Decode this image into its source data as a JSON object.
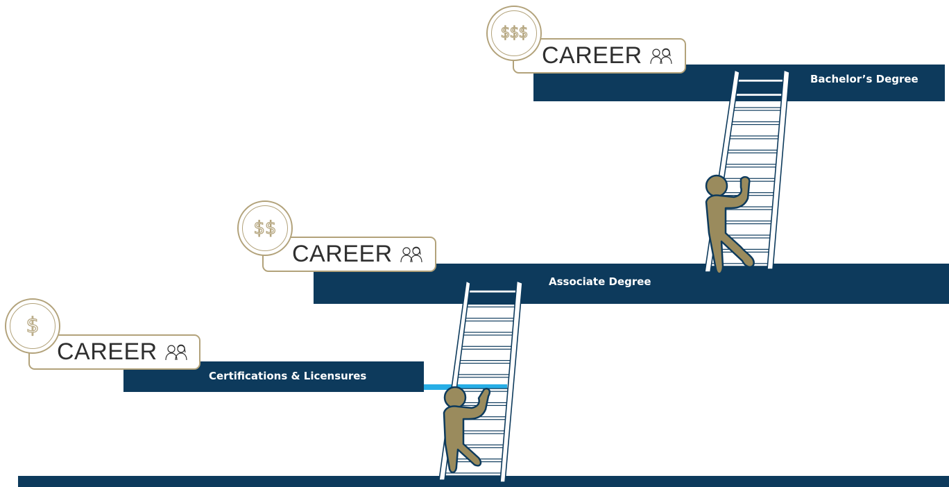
{
  "steps": [
    {
      "career_label": "CAREER",
      "pay_symbol": "$",
      "education_label": "Certifications & Licensures"
    },
    {
      "career_label": "CAREER",
      "pay_symbol": "$$",
      "education_label": "Associate Degree"
    },
    {
      "career_label": "CAREER",
      "pay_symbol": "$$$",
      "education_label": "Bachelor’s Degree"
    }
  ],
  "icons": {
    "pay": "dollar-coin-icon",
    "career": "people-icon",
    "climber": "climber-icon",
    "ladder": "ladder-icon"
  },
  "colors": {
    "navy": "#0d3a5c",
    "gold": "#b2a27a",
    "figure": "#9a8b5d",
    "highlight": "#27aee6",
    "text": "#2f2f2f"
  }
}
